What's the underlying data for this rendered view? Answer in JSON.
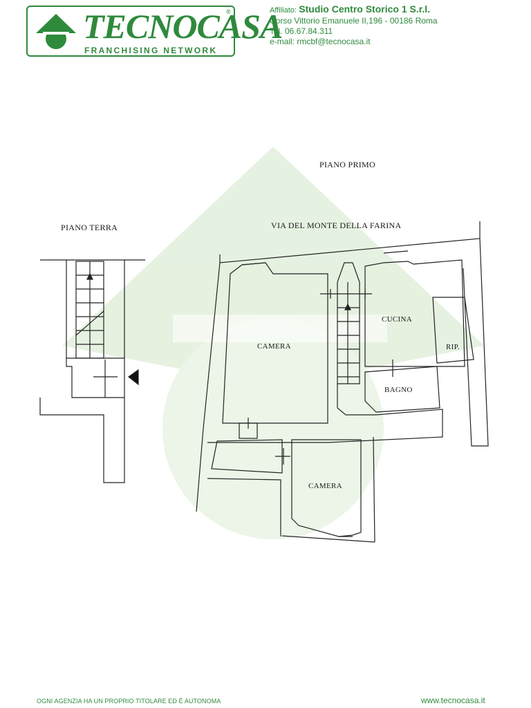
{
  "brand": {
    "name": "TECNOCASA",
    "tagline": "FRANCHISING NETWORK",
    "color": "#2f8a3c"
  },
  "contact": {
    "affiliate_label": "Affiliato:",
    "affiliate_name": "Studio Centro Storico 1 S.r.l.",
    "address": "Corso Vittorio Emanuele II,196 - 00186 Roma",
    "phone": "Tel. 06.67.84.311",
    "email": "e-mail: rmcbf@tecnocasa.it"
  },
  "floor_plan": {
    "upper_floor_title": "PIANO PRIMO",
    "ground_floor_title": "PIANO TERRA",
    "street": "VIA DEL MONTE DELLA FARINA",
    "rooms": {
      "camera_1": "CAMERA",
      "cucina": "CUCINA",
      "ripostiglio": "RIP.",
      "bagno": "BAGNO",
      "camera_2": "CAMERA"
    }
  },
  "footer": {
    "disclaimer": "OGNI AGENZIA HA UN PROPRIO TITOLARE ED È AUTONOMA",
    "website": "www.tecnocasa.it"
  }
}
